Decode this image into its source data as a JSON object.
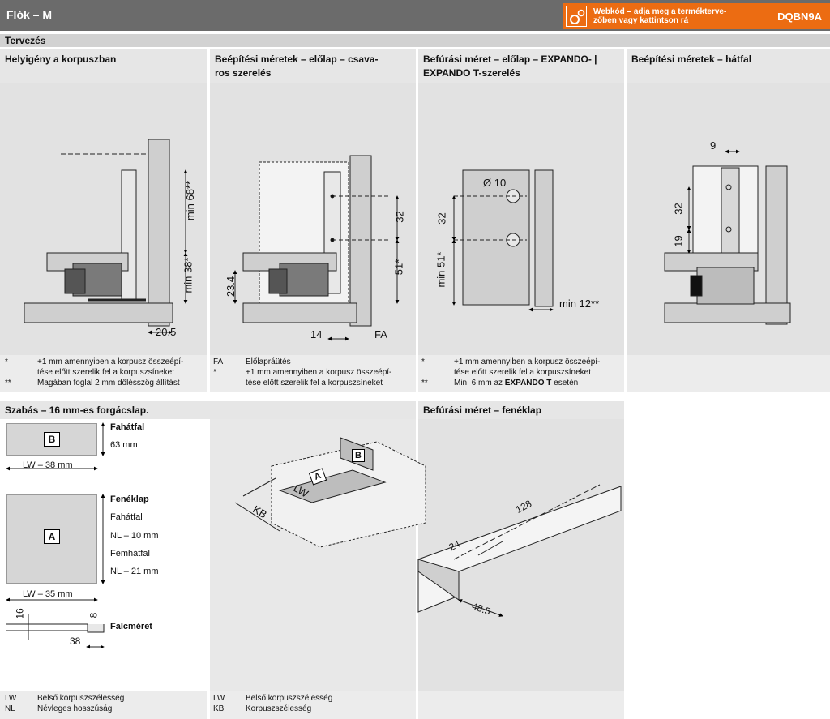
{
  "header": {
    "title": "Flók – M",
    "webcode_line1": "Webkód – adja meg a termékterve-",
    "webcode_line2": "zőben vagy kattintson rá",
    "code": "DQBN9A",
    "gear_icon": "gear-icon",
    "colors": {
      "bar": "#6b6b6b",
      "accent": "#ec6c12"
    }
  },
  "section_band": "Tervezés",
  "panels": {
    "p1": {
      "title": "Helyigény a korpuszban",
      "dims": [
        "min 68**",
        "min 38*",
        "20.5"
      ]
    },
    "p2": {
      "title_l1": "Beépítési méretek – előlap – csava-",
      "title_l2": "ros szerelés",
      "dims": [
        "32",
        "51*",
        "23.4",
        "14",
        "FA"
      ]
    },
    "p3": {
      "title_l1": "Befúrási méret – előlap – EXPANDO- |",
      "title_l2": "EXPANDO T-szerelés",
      "dims": [
        "Ø 10",
        "32",
        "min 51*",
        "min 12**"
      ]
    },
    "p4": {
      "title": "Beépítési méretek – hátfal",
      "dims": [
        "9",
        "32",
        "19"
      ]
    }
  },
  "footnotes": {
    "col1": [
      {
        "k": "*",
        "t": "+1 mm amennyiben a korpusz összeépí-"
      },
      {
        "k": "",
        "t": "tése előtt szerelik fel a korpuszsíneket"
      },
      {
        "k": "**",
        "t": "Magában foglal 2 mm dőlésszög állítást"
      }
    ],
    "col2": [
      {
        "k": "FA",
        "t": "Előlapráütés"
      },
      {
        "k": "*",
        "t": "+1 mm amennyiben a korpusz összeépí-"
      },
      {
        "k": "",
        "t": "tése előtt szerelik fel a korpuszsíneket"
      }
    ],
    "col3": [
      {
        "k": "*",
        "t": "+1 mm amennyiben a korpusz összeépí-"
      },
      {
        "k": "",
        "t": "tése előtt szerelik fel a korpuszsíneket"
      },
      {
        "k": "**",
        "t": "Min. 6 mm az "
      },
      {
        "k": "",
        "t": "EXPANDO T"
      },
      {
        "k": "",
        "t": " esetén"
      }
    ]
  },
  "cutting": {
    "title": "Szabás – 16 mm-es forgácslap.",
    "B": {
      "letter": "B",
      "name": "Fahátfal",
      "dim": "63 mm",
      "width": "LW – 38 mm"
    },
    "A": {
      "letter": "A",
      "name": "Fenéklap",
      "l1": "Fahátfal",
      "l2": "NL – 10 mm",
      "l3": "Fémhátfal",
      "l4": "NL – 21 mm",
      "width": "LW – 35 mm"
    },
    "rabbet": {
      "name": "Falcméret",
      "d16": "16",
      "d8": "8",
      "d38": "38"
    },
    "iso": {
      "A": "A",
      "B": "B",
      "LW": "LW",
      "KB": "KB"
    }
  },
  "bottom_drill": {
    "title": "Befúrási méret – fenéklap",
    "d128": "128",
    "d24": "24",
    "d485": "48.5"
  },
  "legend1": [
    {
      "k": "LW",
      "t": "Belső korpuszszélesség"
    },
    {
      "k": "NL",
      "t": "Névleges hosszúság"
    }
  ],
  "legend2": [
    {
      "k": "LW",
      "t": "Belső korpuszszélesség"
    },
    {
      "k": "KB",
      "t": "Korpuszszélesség"
    }
  ]
}
